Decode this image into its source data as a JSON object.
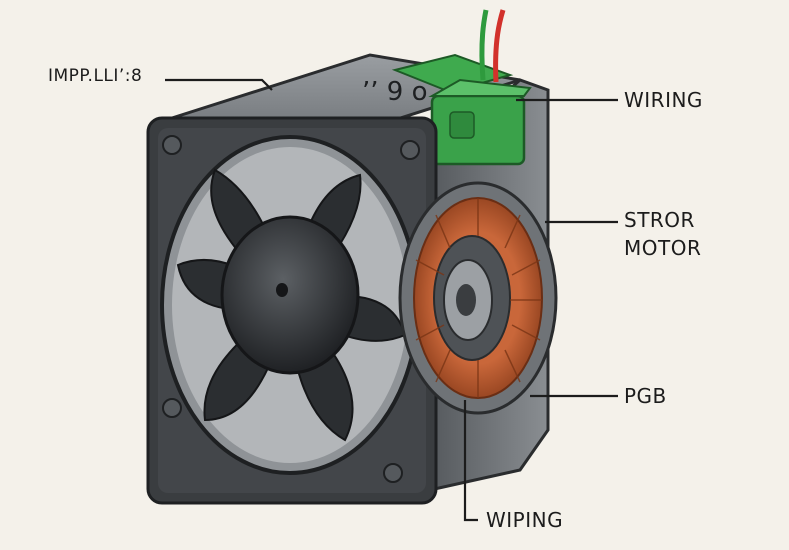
{
  "labels": {
    "impeller": "IMPP.LLI’:8",
    "wiring_top": "WIRING",
    "stator_line1": "STROR",
    "stator_line2": "MOTOR",
    "pcb": "PGB",
    "wiring_bottom": "WIPING"
  },
  "housing_mark": "’’ 9 o",
  "colors": {
    "background": "#f4f1ea",
    "frame": "#3a3d40",
    "frame_light": "#6d7175",
    "blade": "#2b2e31",
    "connector": "#3aa24a",
    "copper": "#b5572b",
    "wire_red": "#d2312b",
    "wire_green": "#2e9a3d",
    "leader": "#1c1c1c"
  },
  "icons": [
    "fan-impeller-icon",
    "motor-coil-icon",
    "connector-icon"
  ]
}
